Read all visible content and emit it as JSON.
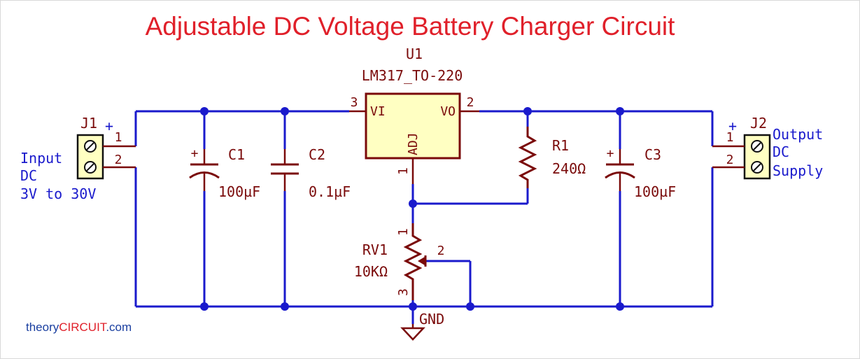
{
  "title": "Adjustable DC Voltage Battery Charger Circuit",
  "regulator": {
    "ref": "U1",
    "part": "LM317_TO-220",
    "pin_in": "VI",
    "pin_out": "VO",
    "pin_adj": "ADJ",
    "pin_in_num": "3",
    "pin_out_num": "2",
    "pin_adj_num": "1",
    "fill_color": "#ffffc2"
  },
  "j1": {
    "ref": "J1",
    "plus": "+",
    "pin1": "1",
    "pin2": "2",
    "label_lines": [
      "Input",
      "DC",
      "3V to 30V"
    ]
  },
  "j2": {
    "ref": "J2",
    "plus": "+",
    "pin1": "1",
    "pin2": "2",
    "label_lines": [
      "Output",
      "DC",
      "Supply"
    ]
  },
  "c1": {
    "ref": "C1",
    "value": "100µF",
    "polarity": "+"
  },
  "c2": {
    "ref": "C2",
    "value": "0.1µF"
  },
  "c3": {
    "ref": "C3",
    "value": "100µF",
    "polarity": "+"
  },
  "r1": {
    "ref": "R1",
    "value": "240Ω"
  },
  "rv1": {
    "ref": "RV1",
    "value": "10KΩ",
    "pin1": "1",
    "pin2": "2",
    "pin3": "3"
  },
  "gnd": {
    "label": "GND"
  },
  "watermark": {
    "prefix": "theory",
    "brand": "CIRCUIT",
    "suffix": ".com"
  },
  "colors": {
    "wire": "#1a1acc",
    "component": "#7a0a0a",
    "title": "#e0202a",
    "site_prefix": "#1a3fa0",
    "site_brand": "#e0202a"
  }
}
